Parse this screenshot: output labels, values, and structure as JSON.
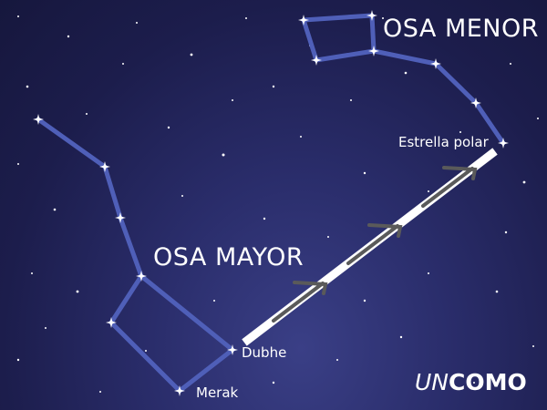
{
  "labels": {
    "osa_menor": "OSA MENOR",
    "osa_mayor": "OSA MAYOR",
    "estrella_polar": "Estrella polar",
    "dubhe": "Dubhe",
    "merak": "Merak"
  },
  "logo": {
    "un": "UN",
    "como": "COMO"
  },
  "colors": {
    "background": "#1c1d4c",
    "constellation_line": "#4f5fb8",
    "pointer_line": "#ffffff",
    "arrow": "#5a5a5a"
  }
}
